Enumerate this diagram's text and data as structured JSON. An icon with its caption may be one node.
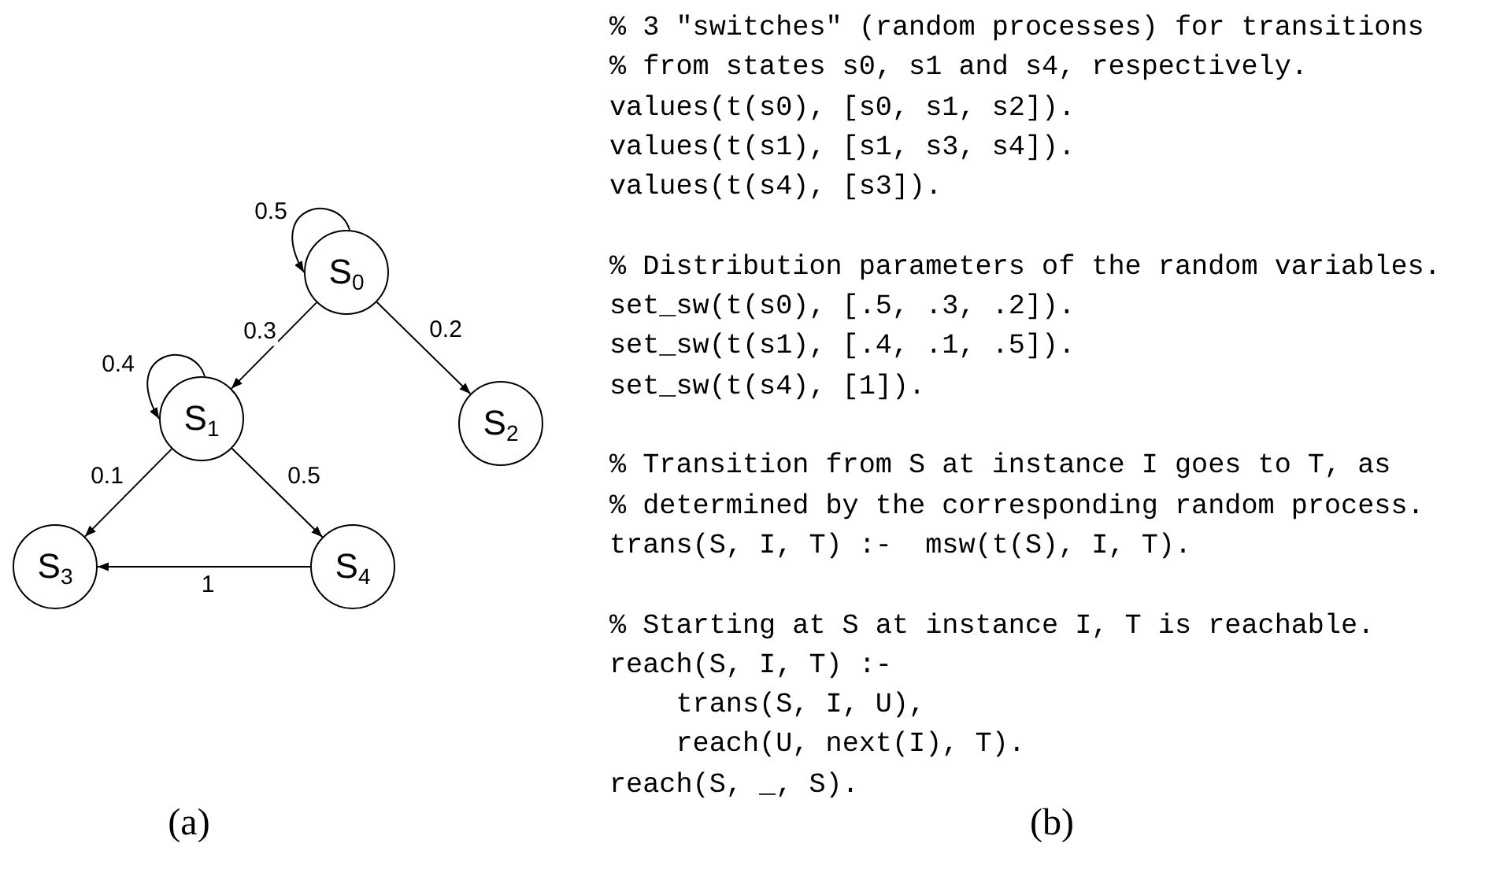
{
  "diagram": {
    "nodes": [
      {
        "text": [
          "S$_{0}$"
        ]
      },
      {
        "text": [
          "S$_{1}$"
        ]
      },
      {
        "text": [
          "S$_{2}$"
        ]
      },
      {
        "text": [
          "S$_{3}$"
        ]
      },
      {
        "text": [
          "S$_{4}$"
        ]
      }
    ],
    "edges": [
      {
        "from": 0,
        "to": 0,
        "arrow": "to",
        "label": "0.5"
      },
      {
        "from": 0,
        "to": 1,
        "arrow": "to",
        "label": "0.3"
      },
      {
        "from": 0,
        "to": 2,
        "arrow": "to",
        "label": "0.2"
      },
      {
        "from": 1,
        "to": 1,
        "arrow": "to",
        "label": "0.4"
      },
      {
        "from": 1,
        "to": 3,
        "arrow": "to",
        "label": "0.1"
      },
      {
        "from": 1,
        "to": 4,
        "arrow": "to",
        "label": "0.5"
      },
      {
        "from": 4,
        "to": 3,
        "arrow": "to",
        "label": "1"
      }
    ],
    "labels": [
      "% 3 \"switches\" (random processes) for transitions",
      "% from states s0, s1 and s4, respectively.",
      "values(t(s0), [s0, s1, s2]).",
      "values(t(s1), [s1, s3, s4]).",
      "values(t(s4), [s3]).",
      "% Distribution parameters of the random variables.",
      "set_sw(t(s0), [.5, .3, .2]).",
      "set_sw(t(s1), [.4, .1, .5]).",
      "set_sw(t(s4), [1]).",
      "% Transition from S at instance I goes to T, as",
      "% determined by the corresponding random process.",
      "trans(S, I, T) :-  msw(t(S), I, T).",
      "% Starting at S at instance I, T is reachable.",
      "reach(S, I, T) :-",
      "trans(S, I, U),",
      "reach(U, next(I), T).",
      "reach(S, _, S).",
      "(a)",
      "(b)"
    ]
  }
}
